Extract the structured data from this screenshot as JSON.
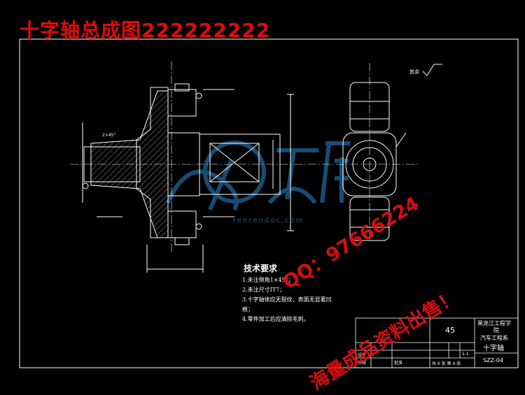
{
  "title": "十字轴总成图222222222",
  "technical_requirements": {
    "heading": "技术要求",
    "items": [
      "1.未注倒角1×45°；",
      "2.未注尺寸IT7；",
      "3.十字轴体应无裂纹，表面无显著凹",
      "痕；",
      "4.零件加工后应清除毛刺。"
    ]
  },
  "title_block": {
    "material": "45",
    "school_line1": "黑龙江工程学",
    "school_line2": "院",
    "department": "汽车工程系",
    "part_name": "十字轴",
    "drawing_no": "SZZ-04",
    "scale": "1:1",
    "sheet": "共 6 张  第 4 张",
    "design_label": "设计",
    "check_label": "审核",
    "approve_label": "批准"
  },
  "annotations": {
    "roughness_rest": "其余",
    "chamfer": "2×45°"
  },
  "watermark": {
    "qq": "QQ：97666224",
    "sell": "海量成品资料出售！",
    "site": "renrendoc.com"
  },
  "colors": {
    "background": "#000000",
    "title": "#e10a0a",
    "lines": "#ffffff",
    "watermark": "#1c5a88"
  }
}
